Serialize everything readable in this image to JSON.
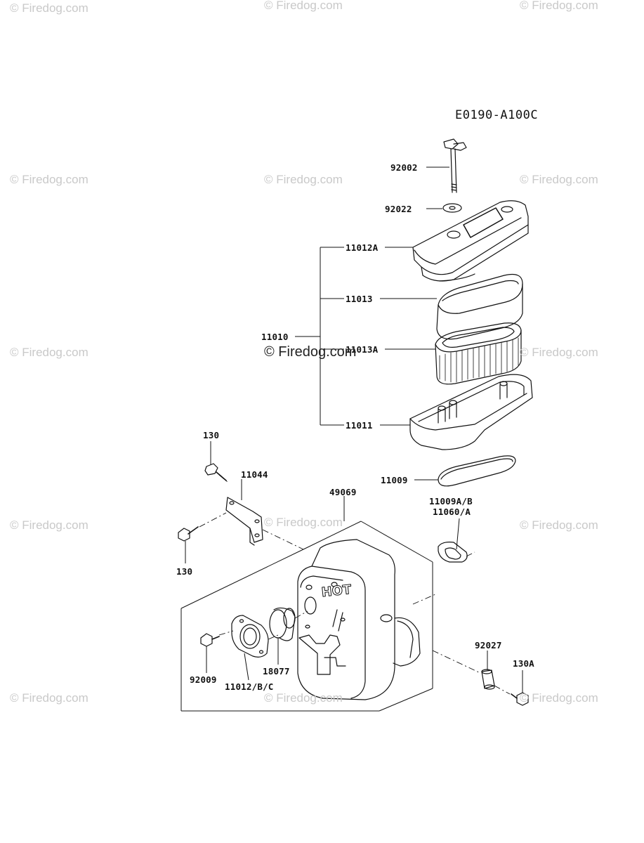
{
  "diagram": {
    "code": "E0190-A100C",
    "hot_label": "HOT"
  },
  "watermark": {
    "text": "© Firedog.com"
  },
  "parts": {
    "p92002": "92002",
    "p92022": "92022",
    "p11012A": "11012A",
    "p11013": "11013",
    "p11010": "11010",
    "p11013A": "11013A",
    "p11011": "11011",
    "p130_top": "130",
    "p11044": "11044",
    "p49069": "49069",
    "p11009": "11009",
    "p11009AB": "11009A/B",
    "p11060A": "11060/A",
    "p130_left": "130",
    "p92009": "92009",
    "p11012BC": "11012/B/C",
    "p18077": "18077",
    "p92027": "92027",
    "p130A": "130A"
  }
}
